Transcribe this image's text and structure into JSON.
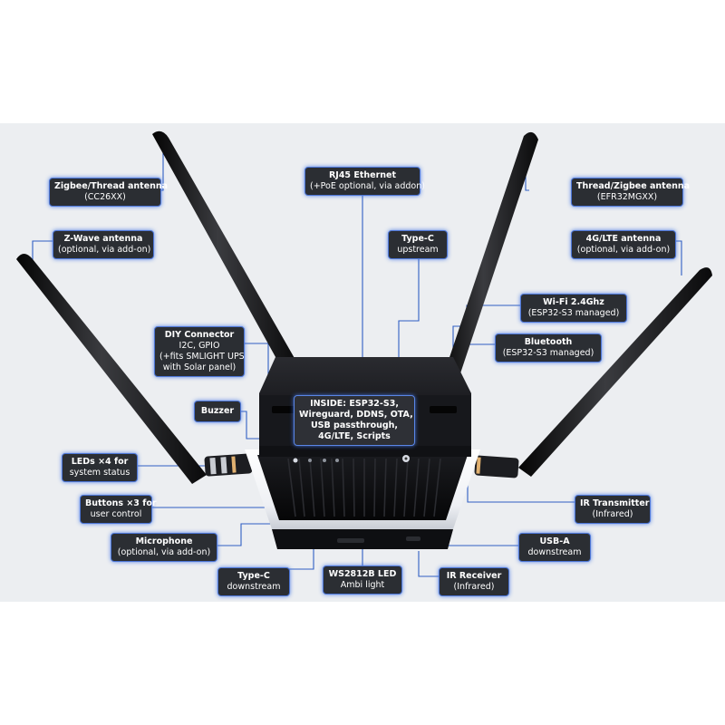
{
  "callouts": {
    "zigbee_thread": {
      "title": "Zigbee/Thread antenna",
      "line2": "(CC26XX)"
    },
    "rj45": {
      "title": "RJ45 Ethernet",
      "line2": "(+PoE optional, via addon)"
    },
    "thread_zigbee": {
      "title": "Thread/Zigbee antenna",
      "line2": "(EFR32MGXX)"
    },
    "zwave": {
      "title": "Z-Wave antenna",
      "line2": "(optional, via add-on)"
    },
    "typec_up": {
      "title": "Type-C",
      "line2": "upstream"
    },
    "lte": {
      "title": "4G/LTE antenna",
      "line2": "(optional, via add-on)"
    },
    "wifi": {
      "title": "Wi-Fi 2.4Ghz",
      "line2": "(ESP32-S3 managed)"
    },
    "bluetooth": {
      "title": "Bluetooth",
      "line2": "(ESP32-S3 managed)"
    },
    "diy": {
      "title": "DIY Connector",
      "line2": "I2C, GPIO",
      "line3": "(+fits SMLIGHT UPS",
      "line4": "with Solar panel)"
    },
    "buzzer": {
      "title": "Buzzer"
    },
    "inside": {
      "line1": "INSIDE: ESP32-S3,",
      "line2": "Wireguard, DDNS, OTA,",
      "line3": "USB passthrough,",
      "line4": "4G/LTE, Scripts"
    },
    "leds": {
      "title": "LEDs ×4 for",
      "line2": "system status"
    },
    "buttons": {
      "title": "Buttons ×3 for",
      "line2": "user control"
    },
    "ir_tx": {
      "title": "IR Transmitter",
      "line2": "(Infrared)"
    },
    "microphone": {
      "title": "Microphone",
      "line2": "(optional, via add-on)"
    },
    "usba": {
      "title": "USB-A",
      "line2": "downstream"
    },
    "typec_down": {
      "title": "Type-C",
      "line2": "downstream"
    },
    "ws2812b": {
      "title": "WS2812B LED",
      "line2": "Ambi light"
    },
    "ir_rx": {
      "title": "IR Receiver",
      "line2": "(Infrared)"
    }
  },
  "colors": {
    "background": "#eceef1",
    "callout_fill": "#2b2e33",
    "callout_glow": "#4d76d6",
    "leader_line": "#2f5fc4",
    "device_body": "#15161a"
  }
}
